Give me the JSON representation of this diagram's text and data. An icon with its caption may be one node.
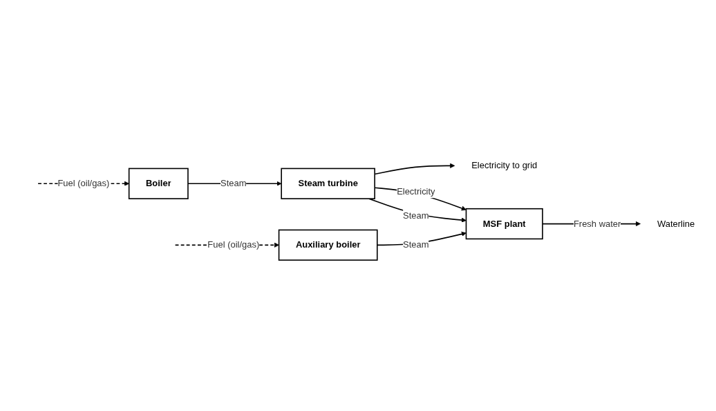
{
  "diagram": {
    "nodes": [
      {
        "text": [
          "Boiler"
        ]
      },
      {
        "text": [
          "Steam turbine"
        ]
      },
      {
        "text": [
          "MSF plant"
        ]
      },
      {
        "text": [
          "Auxiliary boiler"
        ]
      },
      {
        "text": [
          "Electricity to grid"
        ]
      },
      {
        "text": [
          "Waterline"
        ]
      }
    ],
    "edges": [
      {
        "from": null,
        "to": 0,
        "arrow": "to",
        "label": "Fuel (oil/gas)",
        "style": "dashed"
      },
      {
        "from": 0,
        "to": 1,
        "arrow": "to",
        "label": "Steam"
      },
      {
        "from": 1,
        "to": 4,
        "arrow": "to"
      },
      {
        "from": 1,
        "to": 2,
        "arrow": "to",
        "label": "Electricity"
      },
      {
        "from": 1,
        "to": 2,
        "arrow": "to",
        "label": "Steam"
      },
      {
        "from": null,
        "to": 3,
        "arrow": "to",
        "label": "Fuel (oil/gas)",
        "style": "dashed"
      },
      {
        "from": 3,
        "to": 2,
        "arrow": "to",
        "label": "Steam"
      },
      {
        "from": 2,
        "to": 5,
        "arrow": "to",
        "label": "Fresh water"
      }
    ]
  }
}
